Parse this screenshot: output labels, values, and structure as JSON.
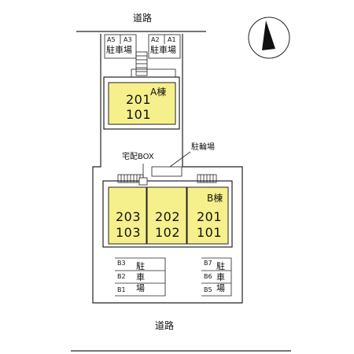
{
  "roads": {
    "top": "道路",
    "bottom": "道路"
  },
  "building_a": {
    "label": "A棟",
    "units": [
      "201",
      "101"
    ]
  },
  "building_b": {
    "label": "B棟",
    "units": [
      {
        "upper": "203",
        "lower": "103"
      },
      {
        "upper": "202",
        "lower": "102"
      },
      {
        "upper": "201",
        "lower": "101"
      }
    ]
  },
  "parking_top_left": {
    "codes": [
      "A5",
      "A3"
    ],
    "label": "駐車場"
  },
  "parking_top_right": {
    "codes": [
      "A2",
      "A1"
    ],
    "label": "駐車場"
  },
  "parking_bottom_left": {
    "codes": [
      "B3",
      "B2",
      "B1"
    ],
    "label_chars": [
      "駐",
      "車",
      "場"
    ]
  },
  "parking_bottom_right": {
    "codes": [
      "B7",
      "B6",
      "B5"
    ],
    "label_chars": [
      "駐",
      "車",
      "場"
    ]
  },
  "facilities": {
    "delivery_box": "宅配BOX",
    "bicycle_parking": "駐輪場"
  },
  "compass": {
    "icon": "north-arrow-icon"
  },
  "colors": {
    "unit_fill": "#f6f08c",
    "line": "#222222",
    "background": "#ffffff"
  }
}
